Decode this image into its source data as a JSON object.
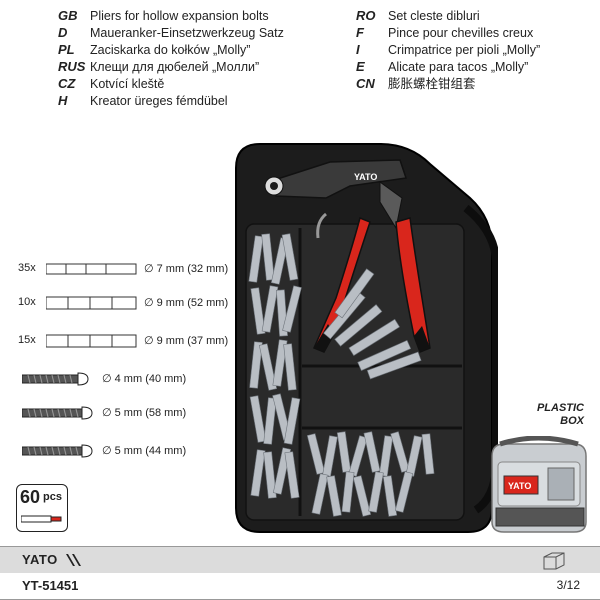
{
  "languages": [
    {
      "code": "GB",
      "text": "Pliers for hollow expansion bolts"
    },
    {
      "code": "D",
      "text": "Maueranker-Einsetzwerkzeug Satz"
    },
    {
      "code": "PL",
      "text": "Zaciskarka do kołków „Molly”"
    },
    {
      "code": "RUS",
      "text": "Клещи для дюбелей „Молли”"
    },
    {
      "code": "CZ",
      "text": "Kotvící kleště"
    },
    {
      "code": "H",
      "text": "Kreator üreges fémdübel"
    },
    {
      "code": "RO",
      "text": "Set cleste dibluri"
    },
    {
      "code": "F",
      "text": "Pince pour chevilles creux"
    },
    {
      "code": "I",
      "text": "Crimpatrice per pioli „Molly”"
    },
    {
      "code": "E",
      "text": "Alicate para tacos „Molly”"
    },
    {
      "code": "CN",
      "text": "膨胀螺栓钳组套"
    }
  ],
  "specs": [
    {
      "qty": "35x",
      "size": "∅ 7 mm (32 mm)",
      "kind": "anchor"
    },
    {
      "qty": "10x",
      "size": "∅ 9 mm (52 mm)",
      "kind": "anchor"
    },
    {
      "qty": "15x",
      "size": "∅ 9 mm (37 mm)",
      "kind": "anchor"
    },
    {
      "qty": "",
      "size": "∅ 4 mm (40 mm)",
      "kind": "screw"
    },
    {
      "qty": "",
      "size": "∅ 5 mm (58 mm)",
      "kind": "screw"
    },
    {
      "qty": "",
      "size": "∅ 5 mm (44 mm)",
      "kind": "screw"
    }
  ],
  "badge": {
    "count": "60",
    "unit": "pcs"
  },
  "case_label": {
    "line1": "PLASTIC",
    "line2": "BOX"
  },
  "tool_brand": "YATO",
  "footer": {
    "brand": "YATO",
    "model": "YT-51451",
    "page": "3/12"
  },
  "colors": {
    "accent": "#d9261c",
    "case": "#1a1a1a",
    "metal": "#b9bec4",
    "footer_bg": "#dcdcdc"
  }
}
